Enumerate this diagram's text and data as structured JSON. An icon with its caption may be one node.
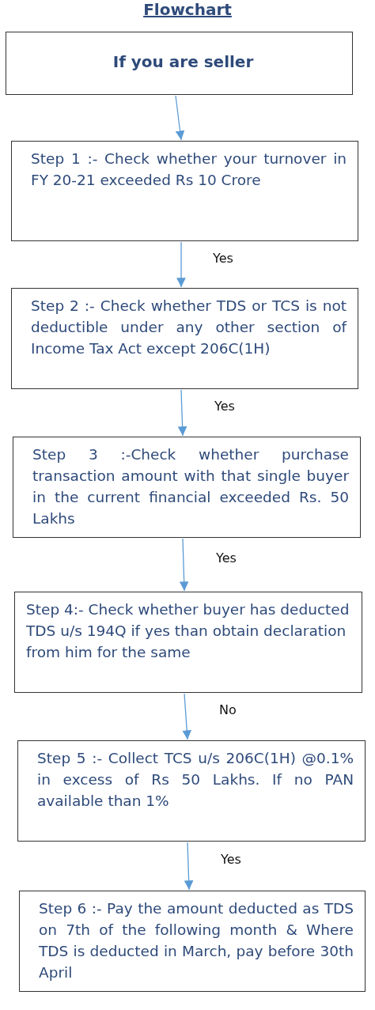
{
  "diagram": {
    "title": "Flowchart",
    "nodes": [
      {
        "text": [
          "If you are seller"
        ]
      },
      {
        "text": [
          "Step 1 :- Check whether your turnover in FY 20-21 exceeded Rs 10 Crore"
        ]
      },
      {
        "text": [
          "Step 2 :- Check whether TDS or TCS is not deductible under any other section of Income Tax Act except 206C(1H)"
        ]
      },
      {
        "text": [
          "Step 3 :-Check whether purchase transaction amount with that single buyer in the current financial exceeded Rs. 50 Lakhs"
        ]
      },
      {
        "text": [
          "Step 4:- Check whether buyer has deducted TDS u/s 194Q if yes than obtain declaration from him for the same"
        ]
      },
      {
        "text": [
          "Step 5 :- Collect TCS u/s 206C(1H) @0.1% in excess of Rs 50 Lakhs. If no PAN available than 1%"
        ]
      },
      {
        "text": [
          "Step 6 :- Pay the amount deducted as TDS on 7th of the following month & Where TDS is deducted in March, pay before 30th April"
        ]
      }
    ],
    "edges": [
      {
        "from": 0,
        "to": 1,
        "arrow": "to"
      },
      {
        "from": 1,
        "to": 2,
        "arrow": "to",
        "label": "Yes"
      },
      {
        "from": 2,
        "to": 3,
        "arrow": "to",
        "label": "Yes"
      },
      {
        "from": 3,
        "to": 4,
        "arrow": "to",
        "label": "Yes"
      },
      {
        "from": 4,
        "to": 5,
        "arrow": "to",
        "label": "No"
      },
      {
        "from": 5,
        "to": 6,
        "arrow": "to",
        "label": "Yes"
      }
    ]
  }
}
